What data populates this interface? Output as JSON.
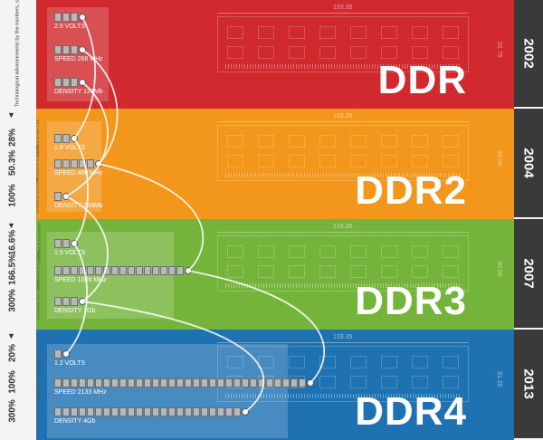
{
  "colors": {
    "ddr": "#d02a2f",
    "ddr2": "#f3961c",
    "ddr3": "#75b43a",
    "ddr4": "#1f72b2",
    "year_bar": "#3a3a3a",
    "sidebar": "#f4f4f4"
  },
  "intro": "Technological advancements by the numbers, starting with DDR",
  "arrow_icon": "▼",
  "generations": [
    {
      "name": "DDR",
      "year": "2002",
      "board_width": "133.35",
      "board_height": "31.75",
      "voltage_label": "2.5 VOLTS",
      "speed_label": "SPEED 266 MHz",
      "density_label": "DENSITY 128Mb",
      "voltage_blocks": 3,
      "speed_blocks": 3,
      "density_blocks": 3,
      "pct_voltage": "",
      "pct_speed": "",
      "pct_density": "",
      "pct_note_voltage": "",
      "pct_note_speed": "",
      "pct_note_density": ""
    },
    {
      "name": "DDR2",
      "year": "2004",
      "board_width": "133.35",
      "board_height": "30.00",
      "voltage_label": "1.8 VOLTS",
      "speed_label": "SPEED 400 MHz",
      "density_label": "DENSITY 256Mb",
      "voltage_blocks": 2,
      "speed_blocks": 5,
      "density_blocks": 1,
      "pct_voltage": "28%",
      "pct_speed": "50.3%",
      "pct_density": "100%",
      "pct_note_voltage": "DECREASE from DDR",
      "pct_note_speed": "INCREASE from DDR",
      "pct_note_density": "INCREASE from DDR"
    },
    {
      "name": "DDR3",
      "year": "2007",
      "board_width": "133.35",
      "board_height": "30.00",
      "voltage_label": "1.5 VOLTS",
      "speed_label": "SPEED 1066 MHz",
      "density_label": "DENSITY 1Gb",
      "voltage_blocks": 2,
      "speed_blocks": 16,
      "density_blocks": 3,
      "pct_voltage": "16.6%",
      "pct_speed": "166.5%",
      "pct_density": "300%",
      "pct_note_voltage": "DECREASE from DDR2",
      "pct_note_speed": "INCREASE from DDR2",
      "pct_note_density": "INCREASE from DDR2"
    },
    {
      "name": "DDR4",
      "year": "2013",
      "board_width": "133.35",
      "board_height": "31.25",
      "voltage_label": "1.2 VOLTS",
      "speed_label": "SPEED 2133 MHz",
      "density_label": "DENSITY 4Gb",
      "voltage_blocks": 1,
      "speed_blocks": 31,
      "density_blocks": 23,
      "pct_voltage": "20%",
      "pct_speed": "100%",
      "pct_density": "300%",
      "pct_note_voltage": "DECREASE from DDR3",
      "pct_note_speed": "INCREASE from DDR3",
      "pct_note_density": "INCREASE from DDR3"
    }
  ]
}
